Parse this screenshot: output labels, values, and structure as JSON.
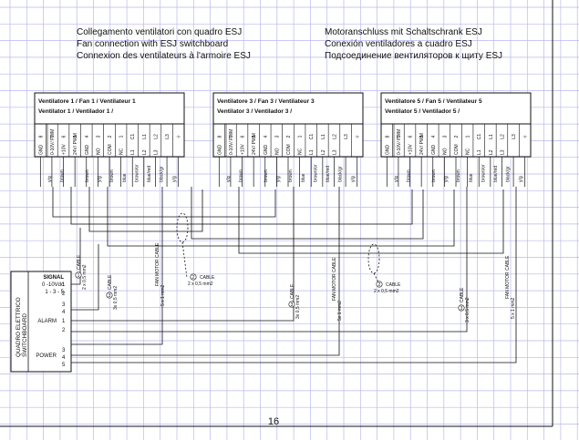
{
  "titles": {
    "left": [
      "Collegamento ventilatori con quadro ESJ",
      "Fan connection with ESJ switchboard",
      "Connexion des ventilateurs à l'armoire ESJ"
    ],
    "right": [
      "Motoranschluss mit Schaltschrank ESJ",
      "Conexión ventiladores a cuadro ESJ",
      "Подсоединение вентиляторов к щиту ESJ"
    ]
  },
  "blocks": [
    {
      "title1": "Ventilatore 1   /   Fan 1   /   Ventilateur 1",
      "title2": "Ventilator 1   /   Ventilador 1   /",
      "terminals": [
        "8",
        "7",
        "6",
        "5",
        "4",
        "3",
        "2",
        "1",
        "C1",
        "L1",
        "L2",
        "L3",
        "⏚"
      ],
      "functions": [
        "GND",
        "0-10V/ PWM",
        "+10V",
        "24V/ PWM",
        "GND",
        "NO",
        "COM",
        "NC",
        "L1",
        "L2",
        "L3",
        "",
        ""
      ],
      "wires": [
        "y/g",
        "brown",
        "",
        "brown",
        "y/g",
        "brown",
        "blue",
        "brown/or",
        "blue/red",
        "black/gr",
        "y/g"
      ]
    },
    {
      "title1": "Ventilatore 3   /   Fan 3   /   Ventilateur 3",
      "title2": "Ventilator 3   /   Ventilador 3   /",
      "terminals": [
        "8",
        "7",
        "6",
        "5",
        "4",
        "3",
        "2",
        "1",
        "C1",
        "L1",
        "L2",
        "L3",
        "⏚"
      ],
      "functions": [
        "GND",
        "0-10V/ PWM",
        "+10V",
        "24V/ PWM",
        "GND",
        "NO",
        "COM",
        "NC",
        "L1",
        "L2",
        "L3",
        "",
        ""
      ],
      "wires": [
        "y/g",
        "brown",
        "",
        "brown",
        "y/g",
        "brown",
        "blue",
        "brown/or",
        "blue/red",
        "black/gr",
        "y/g"
      ]
    },
    {
      "title1": "Ventilatore 5   /   Fan 5   /   Ventilateur 5",
      "title2": "Ventilator 5   /   Ventilador 5   /",
      "terminals": [
        "8",
        "7",
        "6",
        "5",
        "4",
        "3",
        "2",
        "1",
        "C1",
        "L1",
        "L2",
        "L3",
        "⏚"
      ],
      "functions": [
        "GND",
        "0-10V/ PWM",
        "+10V",
        "24V/ PWM",
        "GND",
        "NO",
        "COM",
        "NC",
        "L1",
        "L2",
        "L3",
        "",
        ""
      ],
      "wires": [
        "y/g",
        "brown",
        "",
        "brown",
        "y/g",
        "brown",
        "blue",
        "brown/or",
        "blue/red",
        "black/gr",
        "y/g"
      ]
    }
  ],
  "panel": {
    "side_label": [
      "QUADRO ELETTRICO",
      "SWITCHBOARD"
    ],
    "signal_title": "SIGNAL",
    "signal_range": "0 -10Vdc",
    "signal_terms": "1 - 3 - 5",
    "alarm_label": "ALARM",
    "power_label": "POWER",
    "terms": [
      "1",
      "2",
      "3",
      "4",
      "1",
      "2",
      "3",
      "4",
      "5"
    ]
  },
  "cables": [
    {
      "num": "1",
      "name": "CABLE",
      "spec": "2 x 0,5 mm2"
    },
    {
      "num": "3",
      "name": "CABLE",
      "spec": "3x 0,5 mm2"
    },
    {
      "num": "",
      "name": "FAN MOTOR CABLE",
      "spec": "5 x 1 mm2"
    },
    {
      "num": "2",
      "name": "CABLE",
      "spec": "2 x 0,5 mm2"
    },
    {
      "num": "3",
      "name": "CABLE",
      "spec": "3x 0,5 mm2"
    },
    {
      "num": "",
      "name": "FAN MOTOR CABLE",
      "spec": "5x 1 mm2"
    },
    {
      "num": "2",
      "name": "CABLE",
      "spec": "2 x 0,5 mm2"
    },
    {
      "num": "3",
      "name": "CABLE",
      "spec": "3 x 0,5 mm2"
    },
    {
      "num": "",
      "name": "FAN MOTOR CABLE",
      "spec": "5 x 1 mm2"
    }
  ],
  "page_number": "16",
  "colors": {
    "grid": "#b9b9ee",
    "line": "#111111",
    "paper": "#ffffff"
  }
}
